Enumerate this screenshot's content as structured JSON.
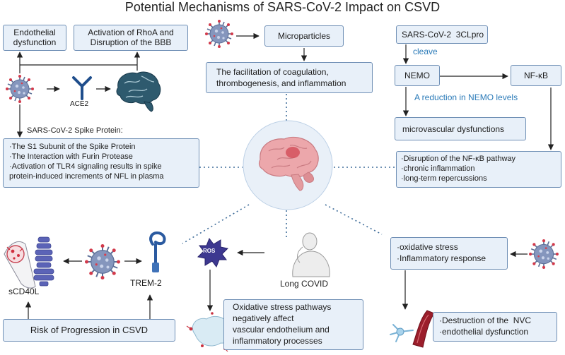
{
  "title": "Potential Mechanisms of SARS-CoV-2 Impact on CSVD",
  "top_left": {
    "endothelial": [
      "Endothelial",
      "dysfunction"
    ],
    "rhoa": [
      "Activation of RhoA and",
      "Disruption of the BBB"
    ],
    "ace2_label": "ACE2",
    "spike_label": "SARS-CoV-2 Spike Protein:",
    "spike_items": [
      "·The S1 Subunit of the Spike Protein",
      "·The Interaction with Furin Protease",
      "·Activation of TLR4 signaling results in spike",
      "protein-induced increments of NFL in plasma"
    ]
  },
  "top_center": {
    "microparticles": "Microparticles",
    "coagulation": [
      "The facilitation of coagulation,",
      "thrombogenesis, and inflammation"
    ]
  },
  "top_right": {
    "protease": "SARS-CoV-2  3CLpro",
    "cleave": "cleave",
    "nemo": "NEMO",
    "nfkb": "NF-κB",
    "reduction": "A reduction in NEMO levels",
    "microvascular": "microvascular dysfunctions",
    "nfkb_items": [
      "·Disruption of the NF-κB pathway",
      "·chronic inflammation",
      "·long-term repercussions"
    ]
  },
  "bottom_left": {
    "scd40l": "sCD40L",
    "trem2": "TREM-2",
    "risk": "Risk of Progression in CSVD"
  },
  "bottom_center": {
    "ros": "ROS",
    "long_covid": "Long COVID",
    "oxidative": [
      "Oxidative stress pathways",
      "negatively affect",
      "vascular endothelium and",
      "inflammatory processes"
    ]
  },
  "bottom_right": {
    "stress_items": [
      "·oxidative stress",
      "·Inflammatory response"
    ],
    "nvc_items": [
      "·Destruction of the  NVC",
      "·endothelial dysfunction"
    ]
  },
  "colors": {
    "box_fill": "#e8f0f9",
    "box_border": "#6f8fb5",
    "accent_blue": "#2a7ab8",
    "virus": "#6c7fa9",
    "brain_dark": "#1f4e63",
    "brain_pink": "#e8a4a8"
  }
}
